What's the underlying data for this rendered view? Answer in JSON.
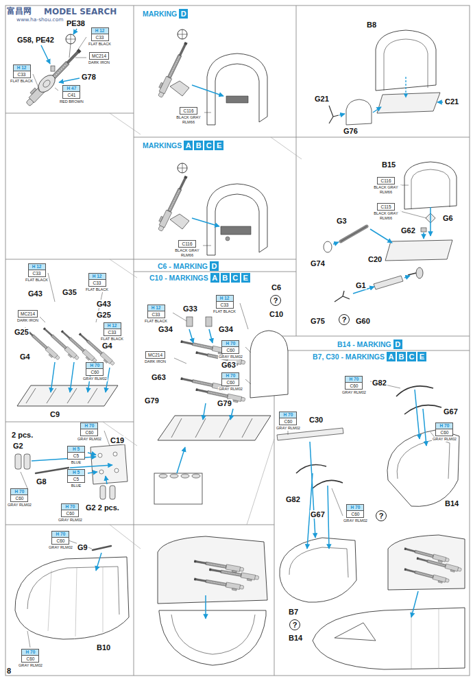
{
  "diagram": {
    "nodes": [
      {
        "text": [
          "H 12",
          "C33",
          "FLAT BLACK"
        ]
      },
      {
        "text": [
          "MC214",
          "DARK IRON"
        ]
      },
      {
        "text": [
          "H 12",
          "C33",
          "FLAT BLACK"
        ]
      },
      {
        "text": [
          "H 47",
          "C41",
          "RED BROWN"
        ]
      },
      {
        "text": [
          "D"
        ]
      },
      {
        "text": [
          "C116",
          "BLACK GRAY RLM66"
        ]
      },
      {
        "text": [
          "A"
        ]
      },
      {
        "text": [
          "B"
        ]
      },
      {
        "text": [
          "C"
        ]
      },
      {
        "text": [
          "E"
        ]
      },
      {
        "text": [
          "C116",
          "BLACK GRAY RLM66"
        ]
      },
      {
        "text": [
          "C116",
          "BLACK GRAY RLM66"
        ]
      },
      {
        "text": [
          "C115",
          "BLACK GRAY RLM66"
        ]
      },
      {
        "text": [
          "?"
        ]
      },
      {
        "text": [
          "H 12",
          "C33",
          "FLAT BLACK"
        ]
      },
      {
        "text": [
          "H 12",
          "C33",
          "FLAT BLACK"
        ]
      },
      {
        "text": [
          "MC214",
          "DARK IRON"
        ]
      },
      {
        "text": [
          "H 12",
          "C33",
          "FLAT BLACK"
        ]
      },
      {
        "text": [
          "H 70",
          "C60",
          "GRAY RLM02"
        ]
      },
      {
        "text": [
          "D"
        ]
      },
      {
        "text": [
          "A"
        ]
      },
      {
        "text": [
          "B"
        ]
      },
      {
        "text": [
          "C"
        ]
      },
      {
        "text": [
          "E"
        ]
      },
      {
        "text": [
          "?"
        ]
      },
      {
        "text": [
          "H 12",
          "C33",
          "FLAT BLACK"
        ]
      },
      {
        "text": [
          "H 12",
          "C33",
          "FLAT BLACK"
        ]
      },
      {
        "text": [
          "MC214",
          "DARK IRON"
        ]
      },
      {
        "text": [
          "H 70",
          "C60",
          "GRAY RLM02"
        ]
      },
      {
        "text": [
          "H 70",
          "C60",
          "GRAY RLM02"
        ]
      },
      {
        "text": [
          "H 70",
          "C60",
          "GRAY RLM02"
        ]
      },
      {
        "text": [
          "H 5",
          "C5",
          "BLUE"
        ]
      },
      {
        "text": [
          "H 5",
          "C5",
          "BLUE"
        ]
      },
      {
        "text": [
          "H 70",
          "C60",
          "GRAY RLM02"
        ]
      },
      {
        "text": [
          "H 70",
          "C60",
          "GRAY RLM02"
        ]
      },
      {
        "text": [
          "H 70",
          "C60",
          "GRAY RLM02"
        ]
      },
      {
        "text": [
          "H 70",
          "C60",
          "GRAY RLM02"
        ]
      },
      {
        "text": [
          "D"
        ]
      },
      {
        "text": [
          "A"
        ]
      },
      {
        "text": [
          "B"
        ]
      },
      {
        "text": [
          "C"
        ]
      },
      {
        "text": [
          "E"
        ]
      },
      {
        "text": [
          "H 70",
          "C60",
          "GRAY RLM02"
        ]
      },
      {
        "text": [
          "H 70",
          "C60",
          "GRAY RLM02"
        ]
      },
      {
        "text": [
          "H 70",
          "C60",
          "GRAY RLM02"
        ]
      },
      {
        "text": [
          "?"
        ]
      },
      {
        "text": [
          "H 70",
          "C60",
          "GRAY RLM02"
        ]
      },
      {
        "text": [
          "?"
        ]
      }
    ],
    "labels": [
      "富昌网",
      "MODEL SEARCH",
      "www.ha-shou.com",
      "G58, PE42",
      "PE38",
      "G78",
      "MARKING",
      "MARKINGS",
      "B8",
      "G21",
      "G76",
      "C21",
      "B15",
      "G6",
      "G62",
      "G3",
      "C20",
      "G74",
      "G1",
      "G75",
      "G60",
      "G43",
      "G35",
      "G43",
      "G25",
      "G25",
      "G4",
      "G4",
      "C9",
      "C6 - MARKING",
      "C10 - MARKINGS",
      "C6",
      "C10",
      "G33",
      "G34",
      "G34",
      "G63",
      "G63",
      "G79",
      "G79",
      "2 pcs.",
      "C19",
      "G2",
      "G8",
      "G2 2 pcs.",
      "G9",
      "B10",
      "B14 - MARKING",
      "B7, C30 - MARKINGS",
      "G82",
      "G67",
      "B14",
      "C30",
      "G82",
      "G67",
      "B7",
      "B14",
      "8"
    ]
  }
}
